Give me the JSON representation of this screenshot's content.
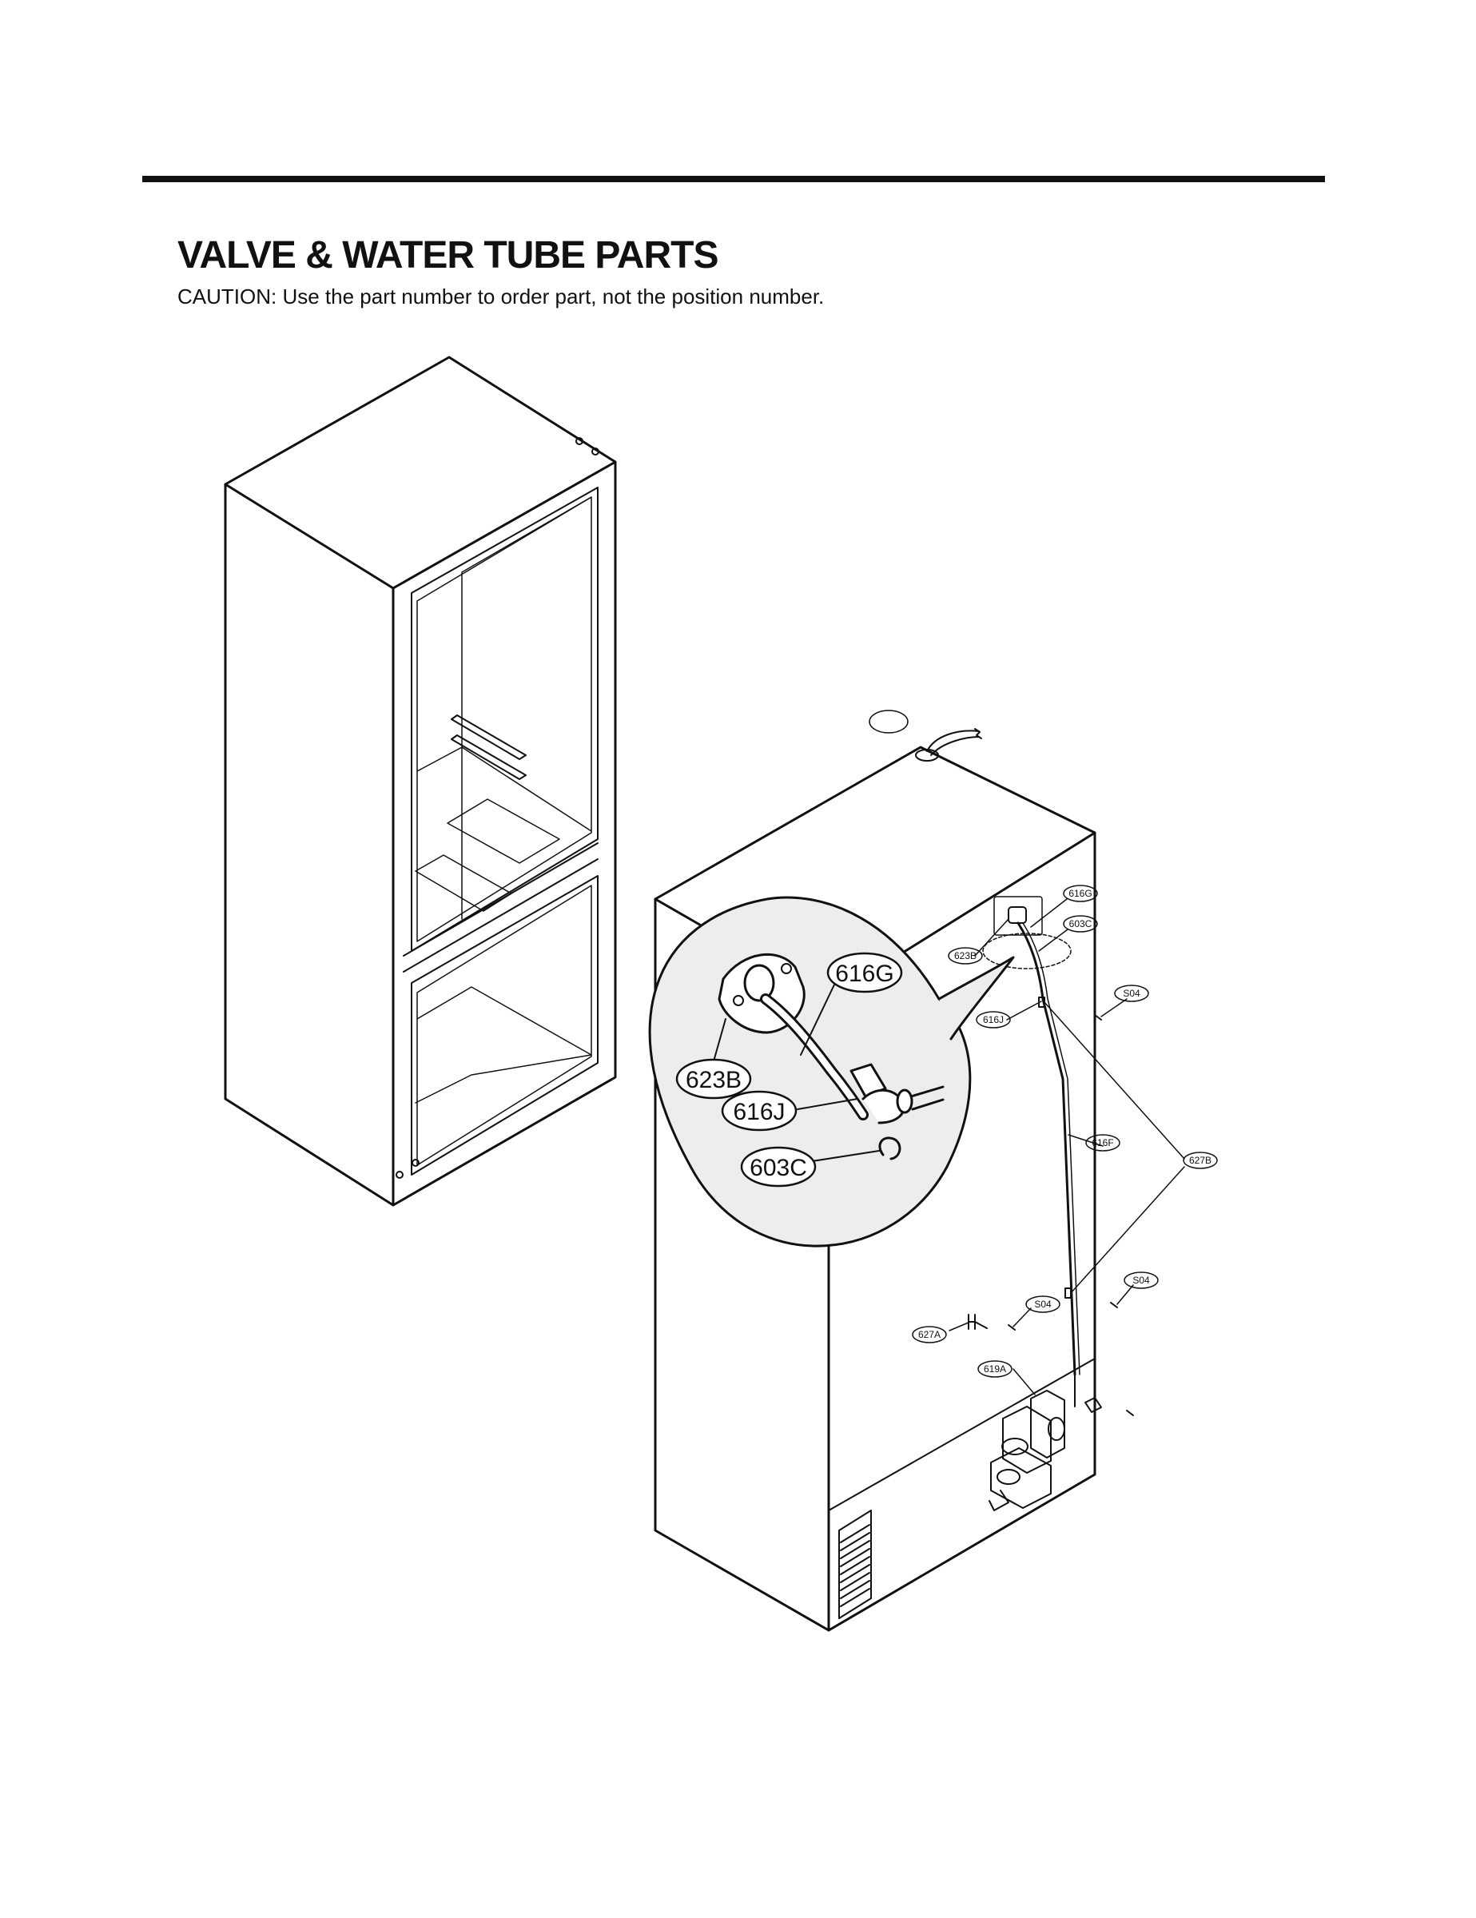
{
  "header": {
    "title": "VALVE & WATER TUBE PARTS",
    "caution": "CAUTION: Use the part number to order part, not the position number."
  },
  "callouts_small": {
    "p616G": "616G",
    "p603C": "603C",
    "p623B": "623B",
    "p616J": "616J",
    "pS04a": "S04",
    "p616F": "616F",
    "p627B": "627B",
    "pS04b": "S04",
    "pS04c": "S04",
    "p627A": "627A",
    "p619A": "619A"
  },
  "callouts_detail": {
    "d616G": "616G",
    "d623B": "623B",
    "d616J": "616J",
    "d603C": "603C"
  }
}
